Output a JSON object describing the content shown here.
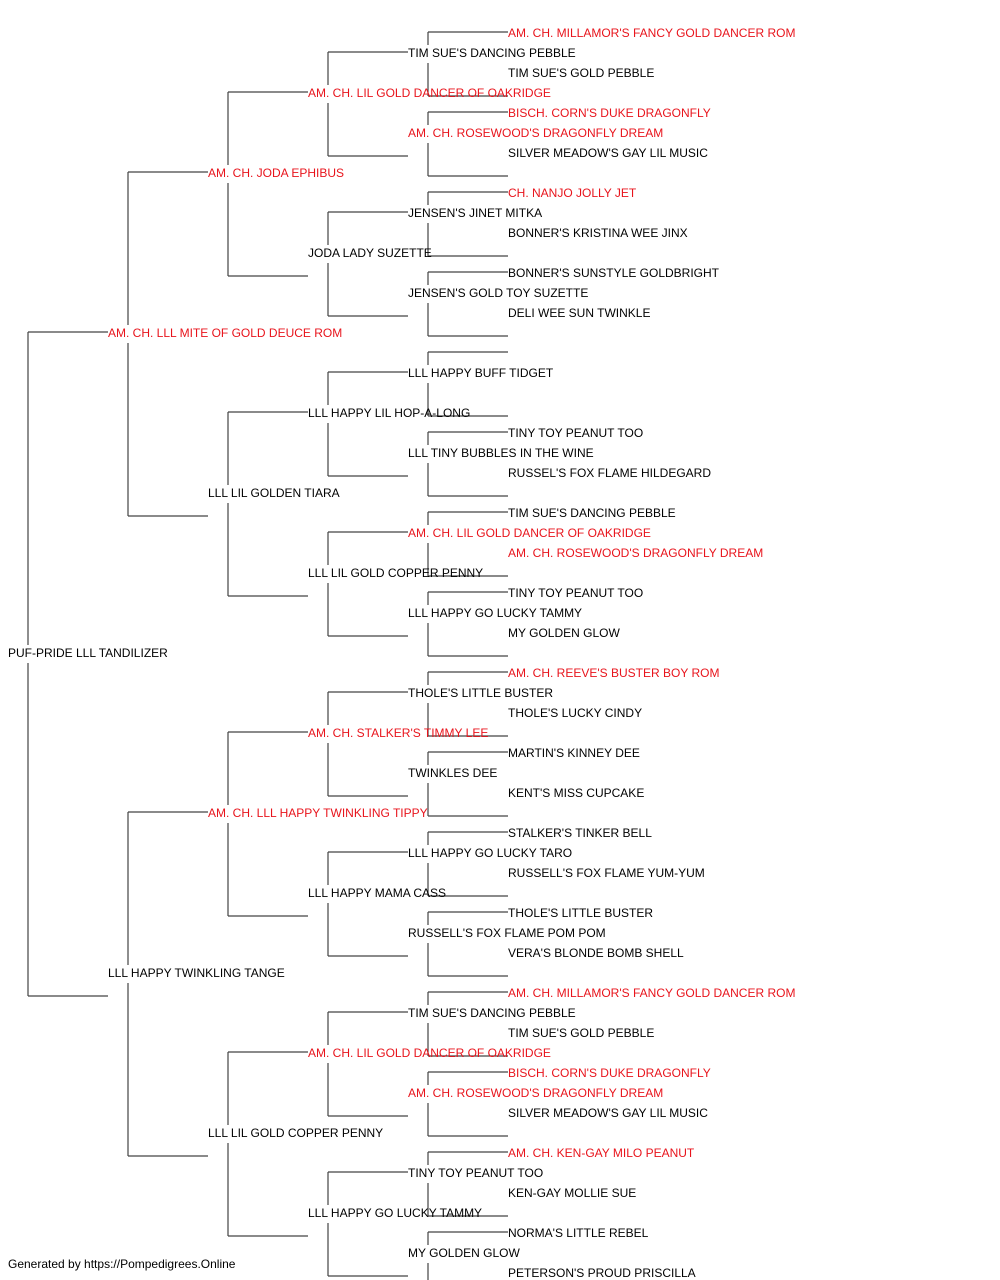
{
  "colors": {
    "champion": "#e8141c",
    "normal": "#000000",
    "line": "#444444"
  },
  "subject": {
    "name": "PUF-PRIDE LLL TANDILIZER",
    "champion": false
  },
  "ancestors": [
    {
      "name": "AM. CH. LLL MITE OF GOLD DEUCE ROM",
      "champion": true
    },
    {
      "name": "LLL HAPPY TWINKLING TANGE",
      "champion": false
    },
    {
      "name": "AM. CH. JODA EPHIBUS",
      "champion": true
    },
    {
      "name": "LLL LIL GOLDEN TIARA",
      "champion": false
    },
    {
      "name": "AM. CH. LLL HAPPY TWINKLING TIPPY",
      "champion": true
    },
    {
      "name": "LLL LIL GOLD COPPER PENNY",
      "champion": false
    },
    {
      "name": "AM. CH. LIL GOLD DANCER OF OAKRIDGE",
      "champion": true
    },
    {
      "name": "JODA LADY SUZETTE",
      "champion": false
    },
    {
      "name": "LLL HAPPY LIL HOP-A-LONG",
      "champion": false
    },
    {
      "name": "LLL LIL GOLD COPPER PENNY",
      "champion": false
    },
    {
      "name": "AM. CH. STALKER'S TIMMY LEE",
      "champion": true
    },
    {
      "name": "LLL HAPPY MAMA CASS",
      "champion": false
    },
    {
      "name": "AM. CH. LIL GOLD DANCER OF OAKRIDGE",
      "champion": true
    },
    {
      "name": "LLL HAPPY GO LUCKY TAMMY",
      "champion": false
    },
    {
      "name": "TIM SUE'S DANCING PEBBLE",
      "champion": false
    },
    {
      "name": "AM. CH. ROSEWOOD'S DRAGONFLY DREAM",
      "champion": true
    },
    {
      "name": "JENSEN'S JINET MITKA",
      "champion": false
    },
    {
      "name": "JENSEN'S GOLD TOY SUZETTE",
      "champion": false
    },
    {
      "name": "LLL HAPPY BUFF TIDGET",
      "champion": false
    },
    {
      "name": "LLL TINY BUBBLES IN THE WINE",
      "champion": false
    },
    {
      "name": "AM. CH. LIL GOLD DANCER OF OAKRIDGE",
      "champion": true
    },
    {
      "name": "LLL HAPPY GO LUCKY TAMMY",
      "champion": false
    },
    {
      "name": "THOLE'S LITTLE BUSTER",
      "champion": false
    },
    {
      "name": "TWINKLES DEE",
      "champion": false
    },
    {
      "name": "LLL HAPPY GO LUCKY TARO",
      "champion": false
    },
    {
      "name": "RUSSELL'S FOX FLAME POM POM",
      "champion": false
    },
    {
      "name": "TIM SUE'S DANCING PEBBLE",
      "champion": false
    },
    {
      "name": "AM. CH. ROSEWOOD'S DRAGONFLY DREAM",
      "champion": true
    },
    {
      "name": "TINY TOY PEANUT TOO",
      "champion": false
    },
    {
      "name": "MY GOLDEN GLOW",
      "champion": false
    },
    {
      "name": "AM. CH. MILLAMOR'S FANCY GOLD DANCER ROM",
      "champion": true
    },
    {
      "name": "TIM SUE'S GOLD PEBBLE",
      "champion": false
    },
    {
      "name": "BISCH. CORN'S DUKE DRAGONFLY",
      "champion": true
    },
    {
      "name": "SILVER MEADOW'S GAY LIL MUSIC",
      "champion": false
    },
    {
      "name": "CH. NANJO JOLLY JET",
      "champion": true
    },
    {
      "name": "BONNER'S KRISTINA WEE JINX",
      "champion": false
    },
    {
      "name": "BONNER'S SUNSTYLE GOLDBRIGHT",
      "champion": false
    },
    {
      "name": "DELI WEE SUN TWINKLE",
      "champion": false
    },
    {
      "name": "",
      "champion": false
    },
    {
      "name": "",
      "champion": false
    },
    {
      "name": "TINY TOY PEANUT TOO",
      "champion": false
    },
    {
      "name": "RUSSEL'S FOX FLAME HILDEGARD",
      "champion": false
    },
    {
      "name": "TIM SUE'S DANCING PEBBLE",
      "champion": false
    },
    {
      "name": "AM. CH. ROSEWOOD'S DRAGONFLY DREAM",
      "champion": true
    },
    {
      "name": "TINY TOY PEANUT TOO",
      "champion": false
    },
    {
      "name": "MY GOLDEN GLOW",
      "champion": false
    },
    {
      "name": "AM. CH. REEVE'S BUSTER BOY ROM",
      "champion": true
    },
    {
      "name": "THOLE'S LUCKY CINDY",
      "champion": false
    },
    {
      "name": "MARTIN'S KINNEY DEE",
      "champion": false
    },
    {
      "name": "KENT'S MISS CUPCAKE",
      "champion": false
    },
    {
      "name": "STALKER'S TINKER BELL",
      "champion": false
    },
    {
      "name": "RUSSELL'S FOX FLAME YUM-YUM",
      "champion": false
    },
    {
      "name": "THOLE'S LITTLE BUSTER",
      "champion": false
    },
    {
      "name": "VERA'S BLONDE BOMB SHELL",
      "champion": false
    },
    {
      "name": "AM. CH. MILLAMOR'S FANCY GOLD DANCER ROM",
      "champion": true
    },
    {
      "name": "TIM SUE'S GOLD PEBBLE",
      "champion": false
    },
    {
      "name": "BISCH. CORN'S DUKE DRAGONFLY",
      "champion": true
    },
    {
      "name": "SILVER MEADOW'S GAY LIL MUSIC",
      "champion": false
    },
    {
      "name": "AM. CH. KEN-GAY MILO PEANUT",
      "champion": true
    },
    {
      "name": "KEN-GAY MOLLIE SUE",
      "champion": false
    },
    {
      "name": "NORMA'S LITTLE REBEL",
      "champion": false
    },
    {
      "name": "PETERSON'S PROUD PRISCILLA",
      "champion": false
    }
  ],
  "footer": "Generated by https://Pompedigrees.Online"
}
